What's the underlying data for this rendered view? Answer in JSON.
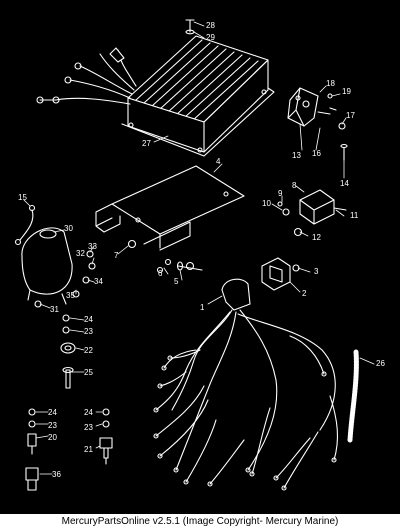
{
  "diagram": {
    "callouts": [
      "1",
      "2",
      "3",
      "4",
      "5",
      "6",
      "7",
      "8",
      "9",
      "10",
      "11",
      "12",
      "13",
      "14",
      "15",
      "16",
      "17",
      "18",
      "19",
      "20",
      "21",
      "22",
      "23",
      "23",
      "23",
      "24",
      "24",
      "24",
      "25",
      "26",
      "27",
      "28",
      "29",
      "30",
      "31",
      "32",
      "33",
      "34",
      "35",
      "36"
    ]
  },
  "footer": {
    "text": "MercuryPartsOnline v2.5.1 (Image Copyright- Mercury Marine)"
  },
  "colors": {
    "background": "#000000",
    "linework": "#ffffff",
    "footer_bg": "#ffffff",
    "footer_text": "#000000"
  }
}
